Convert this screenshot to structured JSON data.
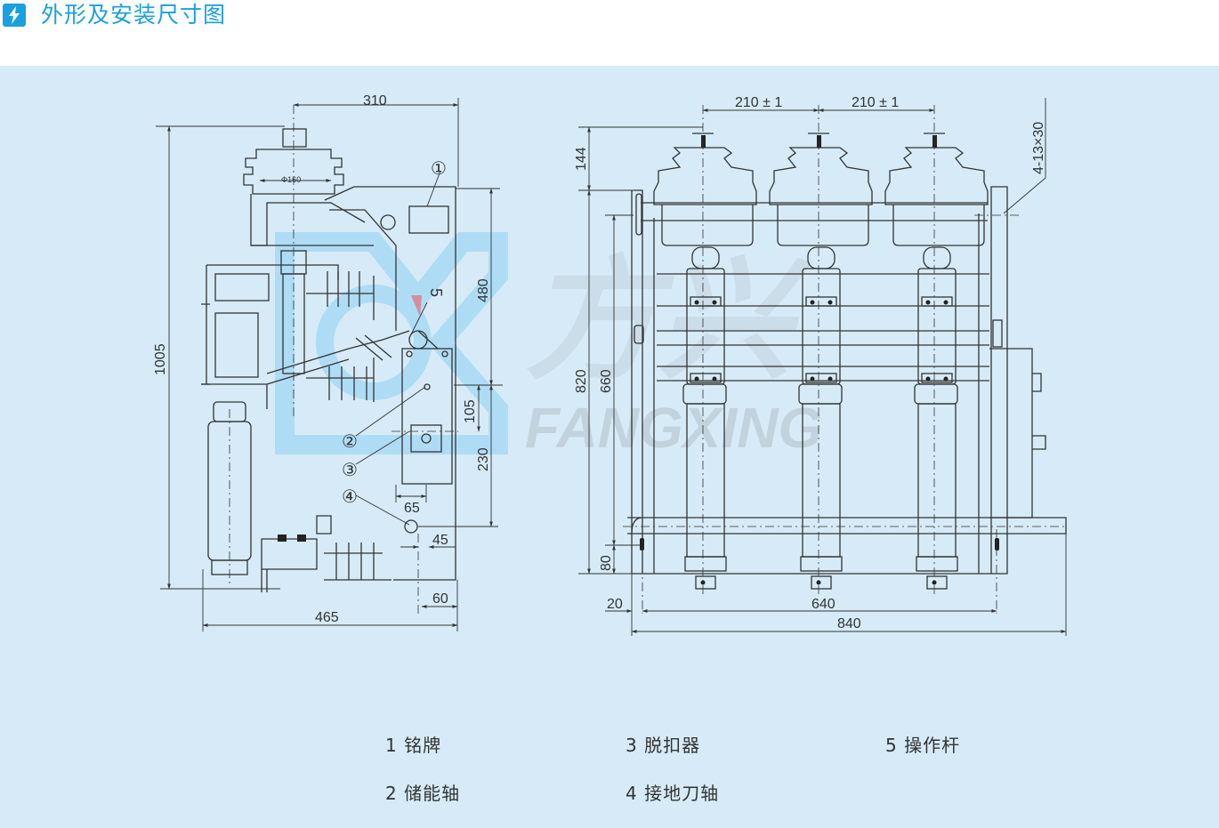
{
  "header": {
    "title": "外形及安装尺寸图",
    "icon": "lightning-icon",
    "accent_color": "#1a9fe0"
  },
  "panel": {
    "background": "#d6ebf7"
  },
  "watermark": {
    "text": "FANGXING"
  },
  "dimensions": {
    "left": {
      "width_top": "310",
      "insulator_dia": "Φ160",
      "height_total": "1005",
      "h480": "480",
      "h105": "105",
      "h230": "230",
      "w65": "65",
      "w45": "45",
      "w60": "60",
      "width_total": "465"
    },
    "right": {
      "pitch_1": "210 ± 1",
      "pitch_2": "210 ± 1",
      "slot": "4-13×30",
      "h144": "144",
      "h820": "820",
      "h660": "660",
      "h80": "80",
      "w20": "20",
      "w640": "640",
      "w840": "840"
    }
  },
  "callouts": [
    "①",
    "②",
    "③",
    "④",
    "5"
  ],
  "legend": [
    {
      "text": "1 铭牌"
    },
    {
      "text": "3 脱扣器"
    },
    {
      "text": "5 操作杆"
    },
    {
      "text": "2 储能轴"
    },
    {
      "text": "4 接地刀轴"
    }
  ]
}
